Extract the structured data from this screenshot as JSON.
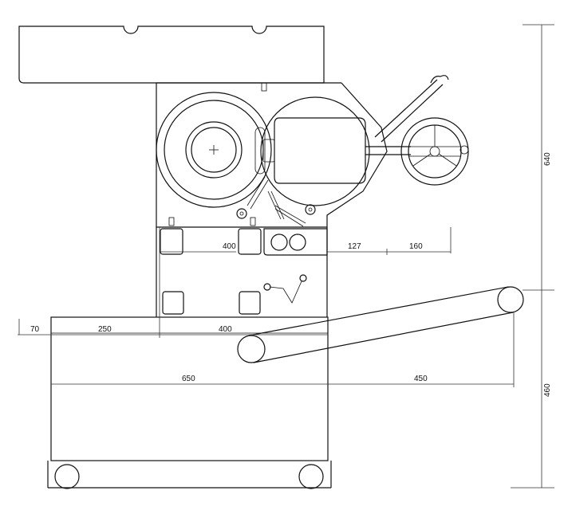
{
  "dimensions": {
    "d400_upper": "400",
    "d127": "127",
    "d160": "160",
    "d70": "70",
    "d250": "250",
    "d400_lower": "400",
    "d650": "650",
    "d450": "450",
    "d640": "640",
    "d460": "460"
  }
}
